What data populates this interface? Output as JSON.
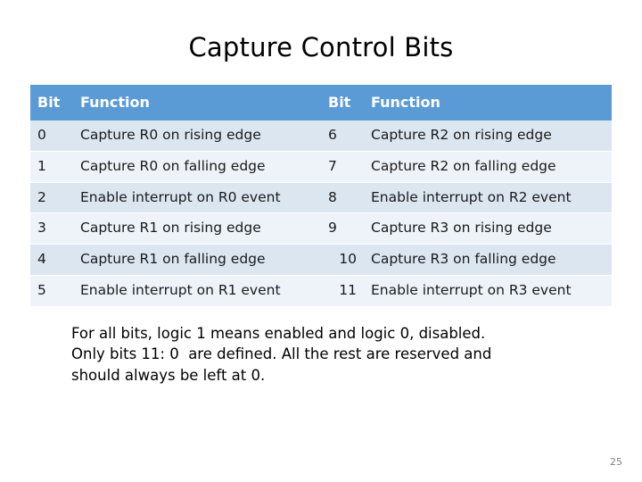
{
  "slide": {
    "title": "Capture Control Bits",
    "page_number": "25"
  },
  "table": {
    "headers": {
      "bit_left": "Bit",
      "function_left": "Function",
      "bit_right": "Bit",
      "function_right": "Function"
    },
    "rows": [
      {
        "bit_left": "0",
        "function_left": "Capture R0 on rising edge",
        "bit_right": "6",
        "function_right": "Capture R2 on rising edge"
      },
      {
        "bit_left": "1",
        "function_left": "Capture R0 on falling edge",
        "bit_right": "7",
        "function_right": "Capture R2 on falling edge"
      },
      {
        "bit_left": "2",
        "function_left": "Enable interrupt on R0 event",
        "bit_right": "8",
        "function_right": "Enable interrupt on R2 event"
      },
      {
        "bit_left": "3",
        "function_left": "Capture R1 on rising edge",
        "bit_right": "9",
        "function_right": "Capture R3 on rising edge"
      },
      {
        "bit_left": "4",
        "function_left": "Capture R1 on falling edge",
        "bit_right": "10",
        "function_right": "Capture R3 on falling edge"
      },
      {
        "bit_left": "5",
        "function_left": "Enable interrupt on R1 event",
        "bit_right": "11",
        "function_right": "Enable interrupt on R3 event"
      }
    ]
  },
  "note": {
    "line1": "For all bits, logic 1 means enabled and logic 0, disabled.",
    "line2": "Only bits 11: 0  are defined. All the rest are reserved and",
    "line3": "should always be left at 0."
  },
  "colors": {
    "header_blue": "#5b9bd5",
    "row_odd": "#dce6f1",
    "row_even": "#eef3f9"
  }
}
